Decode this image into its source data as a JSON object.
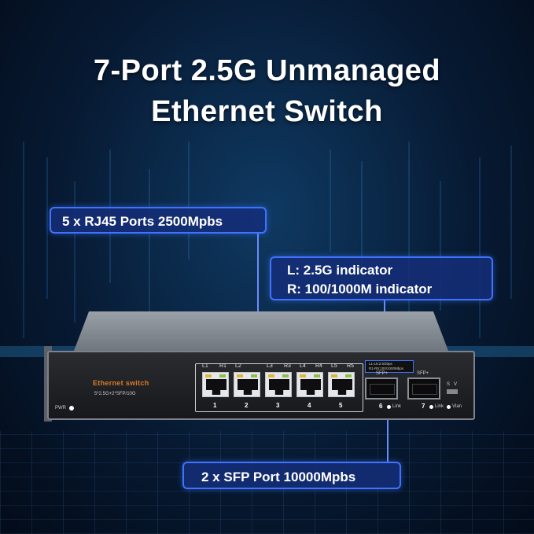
{
  "headline": {
    "line1": "7-Port 2.5G Unmanaged",
    "line2": "Ethernet Switch"
  },
  "callouts": {
    "rj45": "5 x RJ45 Ports 2500Mpbs",
    "indicator_l": "L:  2.5G indicator",
    "indicator_r": "R:  100/1000M indicator",
    "sfp": "2 x SFP Port 10000Mpbs"
  },
  "device": {
    "brand": "Ethernet switch",
    "model": "5*2.5G+2*SFP/10G",
    "pwr": "PWR",
    "led_labels": [
      "L1",
      "R1",
      "L2",
      "L3",
      "R3",
      "L4",
      "R4",
      "L5",
      "R5"
    ],
    "port_numbers": [
      "1",
      "2",
      "3",
      "4",
      "5"
    ],
    "indicator_legend_1": "L1-L5:2.5Gbps",
    "indicator_legend_2": "R1-R5:100/1000Mbps",
    "sfp_labels": [
      "SFP+",
      "SFP+"
    ],
    "sfp_numbers": [
      "6",
      "7"
    ],
    "link": "Link",
    "vlan": "Vlan",
    "switch_s": "S",
    "switch_v": "V"
  },
  "colors": {
    "accent_blue": "#3f72ff",
    "brand_orange": "#d87a2a"
  }
}
